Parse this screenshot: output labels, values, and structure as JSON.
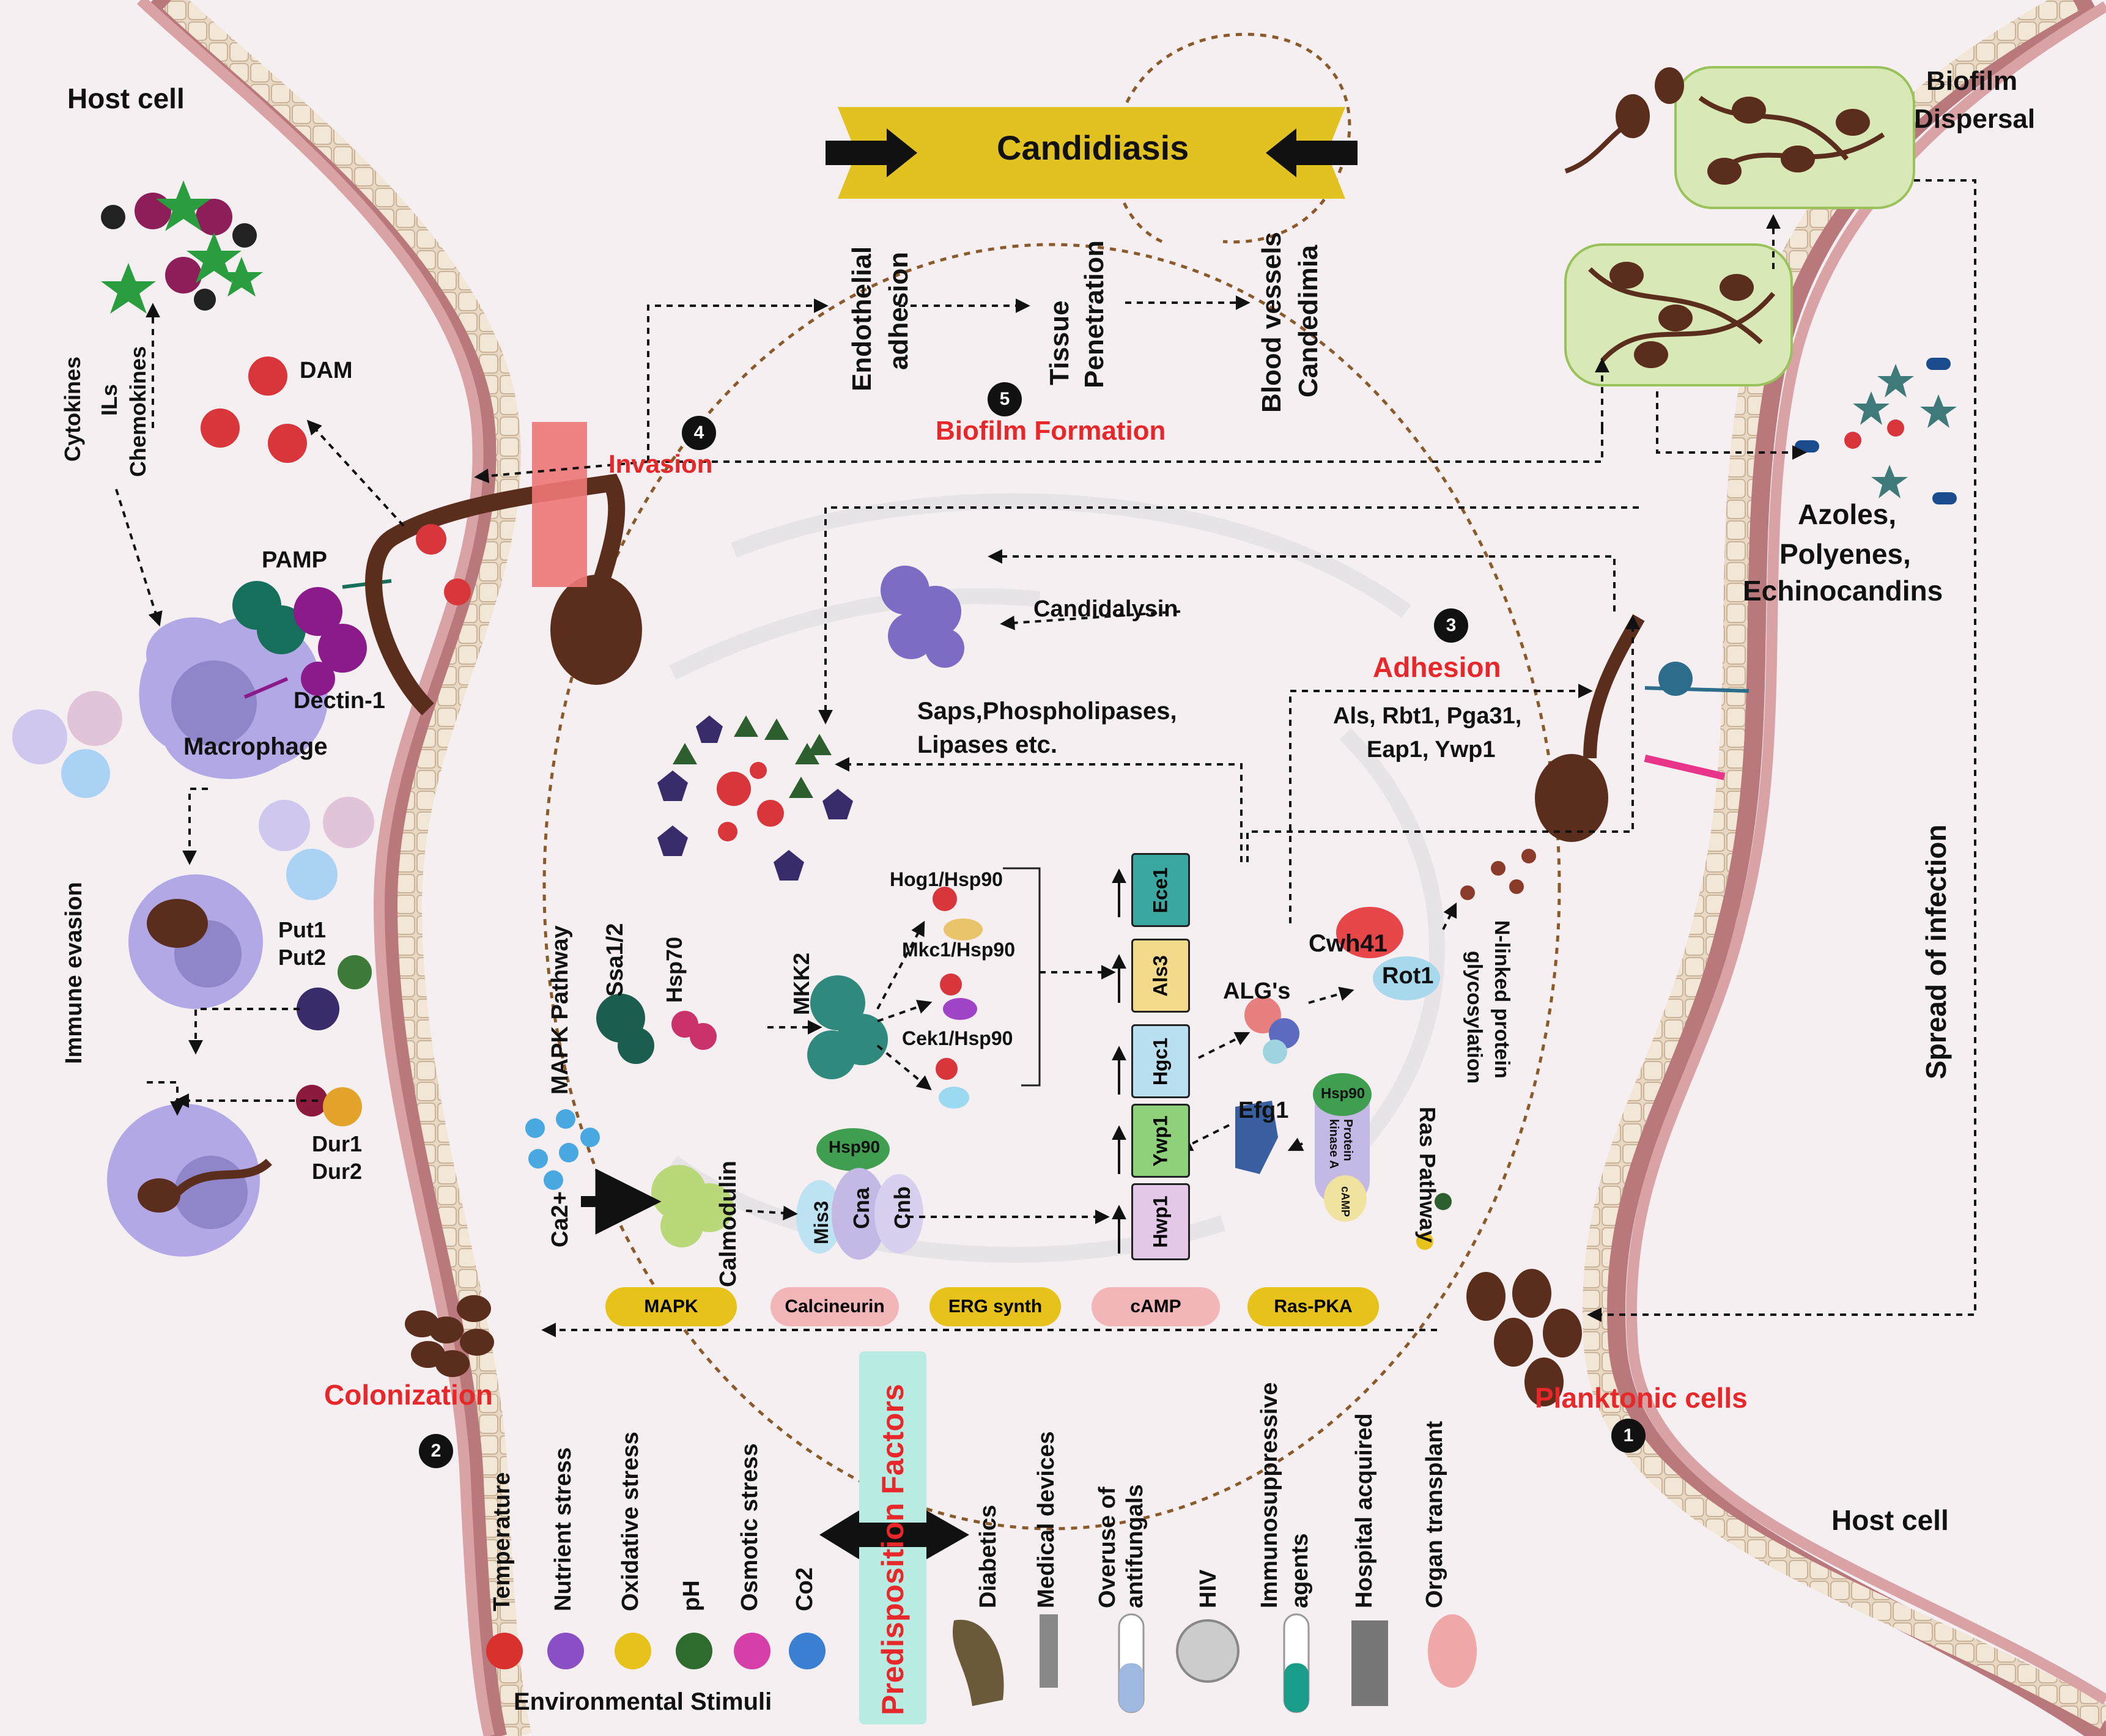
{
  "title": "Candidiasis",
  "host_cell_left": "Host cell",
  "host_cell_right": "Host cell",
  "immune": {
    "cytokines": "Cytokines",
    "ils": "ILs",
    "chemokines": "Chemokines",
    "dam": "DAM",
    "pamp": "PAMP",
    "dectin": "Dectin-1",
    "macrophage": "Macrophage",
    "immune_evasion": "Immune evasion",
    "put1": "Put1",
    "put2": "Put2",
    "dur1": "Dur1",
    "dur2": "Dur2"
  },
  "stages": {
    "invasion": "Invasion",
    "invasion_num": "4",
    "biofilm_formation": "Biofilm Formation",
    "biofilm_num": "5",
    "adhesion": "Adhesion",
    "adhesion_num": "3",
    "colonization": "Colonization",
    "colonization_num": "2",
    "planktonic": "Planktonic cells",
    "planktonic_num": "1"
  },
  "invasion_steps": {
    "endothelial_adhesion_1": "Endothelial",
    "endothelial_adhesion_2": "adhesion",
    "tissue_1": "Tissue",
    "tissue_2": "Penetration",
    "blood_1": "Blood vessels",
    "blood_2": "Candedimia"
  },
  "biofilm": {
    "dispersal_1": "Biofilm",
    "dispersal_2": "Dispersal",
    "drugs_1": "Azoles,",
    "drugs_2": "Polyenes,",
    "drugs_3": "Echinocandins",
    "spread": "Spread of infection"
  },
  "center": {
    "candidalysin": "Candidalysin",
    "enzymes_1": "Saps,Phospholipases,",
    "enzymes_2": "Lipases etc.",
    "adhesins_1": "Als, Rbt1, Pga31,",
    "adhesins_2": "Eap1, Ywp1",
    "mapk_pathway": "MAPK Pathway",
    "ssa": "Ssa1/2",
    "hsp70": "Hsp70",
    "mkk2": "MKK2",
    "hog1": "Hog1/Hsp90",
    "mkc1": "Mkc1/Hsp90",
    "cek1": "Cek1/Hsp90",
    "ca": "Ca2+",
    "calmodulin": "Calmodulin",
    "hsp90": "Hsp90",
    "mis3": "Mis3",
    "cna": "Cna",
    "cnb": "Cnb",
    "alg": "ALG's",
    "cwh41": "Cwh41",
    "rot1": "Rot1",
    "nlinked_1": "N-linked protein",
    "nlinked_2": "glycosylation",
    "efg1": "Efg1",
    "hsp90_pka": "Hsp90",
    "pka_1": "Protein",
    "pka_2": "kinase A",
    "camp_small": "cAMP",
    "ras_pathway": "Ras Pathway",
    "genes": [
      "Ece1",
      "Als3",
      "Hgc1",
      "Ywp1",
      "Hwp1"
    ]
  },
  "pathways": [
    "MAPK",
    "Calcineurin",
    "ERG synth",
    "cAMP",
    "Ras-PKA"
  ],
  "environment": {
    "stimuli": [
      "Temperature",
      "Nutrient stress",
      "Oxidative stress",
      "pH",
      "Osmotic stress",
      "Co2"
    ],
    "stimuli_colors": [
      "#d9312d",
      "#8a4fc4",
      "#e6c21a",
      "#2e6b2e",
      "#d63fa8",
      "#3a7fd1"
    ],
    "caption": "Environmental Stimuli"
  },
  "predisposition": {
    "title": "Predisposition Factors",
    "factors": [
      [
        "Diabetics"
      ],
      [
        "Medical devices"
      ],
      [
        "Overuse of",
        "antifungals"
      ],
      [
        "HIV"
      ],
      [
        "Immunosuppressive",
        "agents"
      ],
      [
        "Hospital acquired"
      ],
      [
        "Organ transplant"
      ]
    ]
  }
}
